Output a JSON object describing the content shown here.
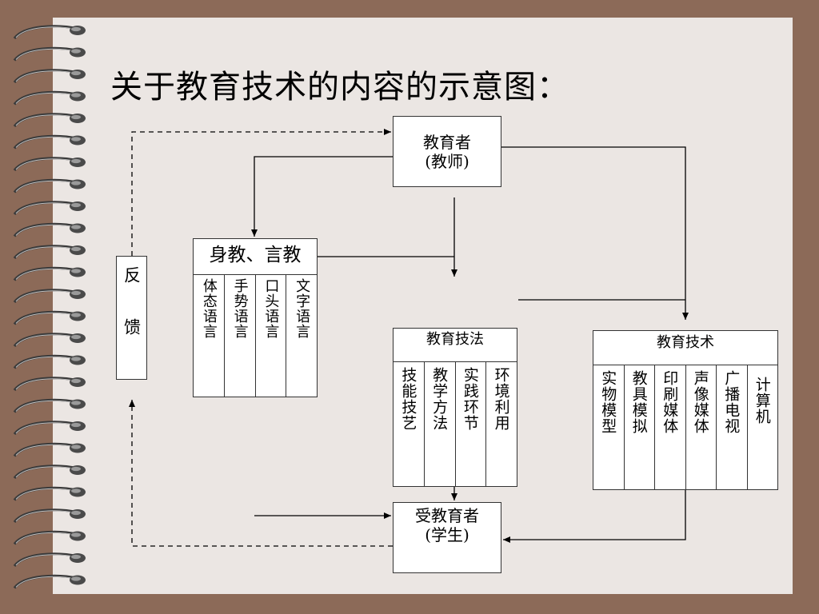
{
  "title": "关于教育技术的内容的示意图：",
  "nodes": {
    "educator": {
      "line1": "教育者",
      "line2": "(教师)"
    },
    "learner": {
      "line1": "受教育者",
      "line2": "(学生)"
    },
    "feedback": {
      "label": "反 馈"
    }
  },
  "groups": {
    "teaching_by_example": {
      "title": "身教、言教",
      "items": [
        "体态语言",
        "手势语言",
        "口头语言",
        "文字语言"
      ]
    },
    "teaching_techniques": {
      "title": "教育技法",
      "items": [
        "技能技艺",
        "教学方法",
        "实践环节",
        "环境利用"
      ]
    },
    "educational_technology": {
      "title": "教育技术",
      "items": [
        "实物模型",
        "教具模拟",
        "印刷媒体",
        "声像媒体",
        "广播电视",
        "计算机"
      ]
    }
  },
  "colors": {
    "frame": "#8c6a58",
    "paper": "#ebe6e3",
    "line": "#000000"
  }
}
